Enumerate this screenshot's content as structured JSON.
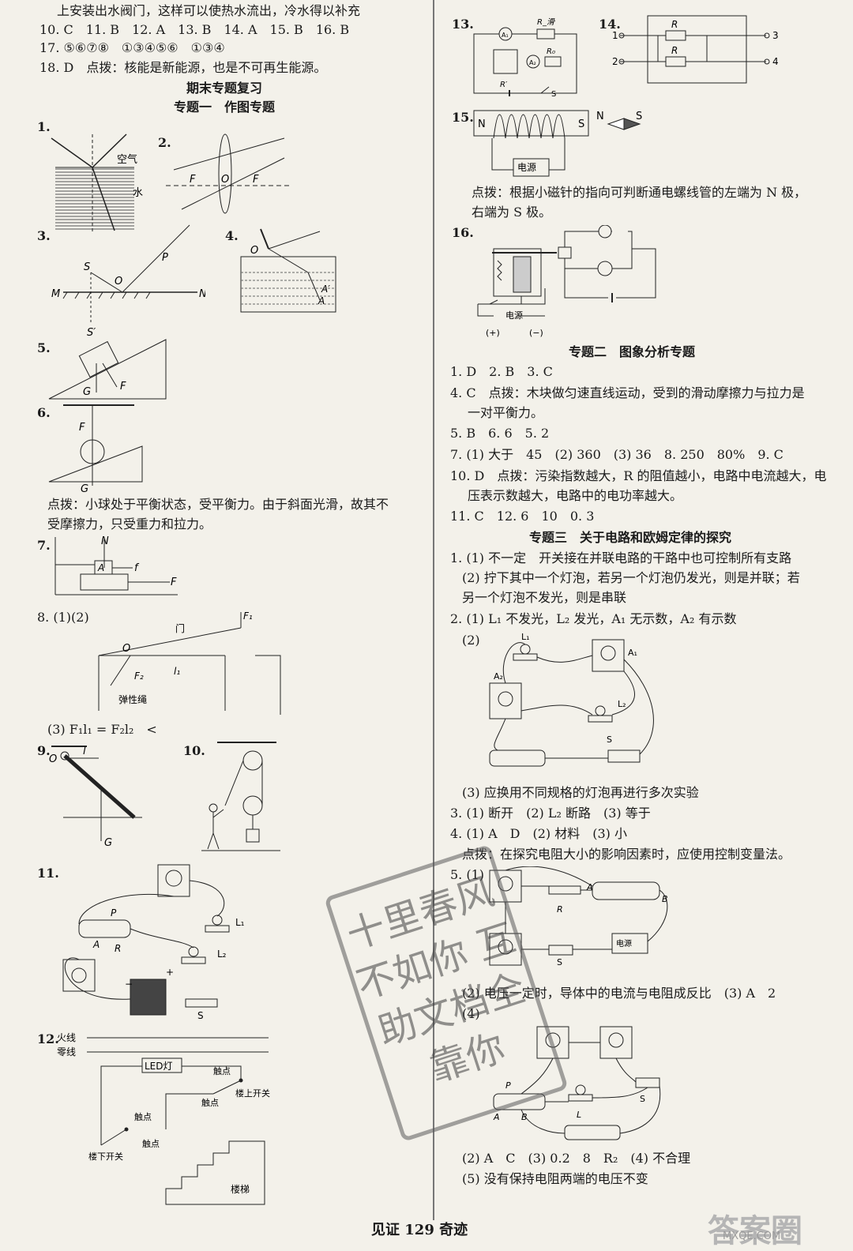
{
  "left": {
    "lines": [
      "上安装出水阀门，这样可以使热水流出，冷水得以补充",
      "10. C　11. B　12. A　13. B　14. A　15. B　16. B",
      "17. ⑤⑥⑦⑧　①③④⑤⑥　①③④",
      "18. D　点拨：核能是新能源，也是不可再生能源。"
    ],
    "section_title": "期末专题复习",
    "topic1_title": "专题一　作图专题",
    "q1": "1.",
    "q2": "2.",
    "q3": "3.",
    "q4": "4.",
    "q5": "5.",
    "q6": "6.",
    "q7": "7.",
    "q6_note_1": "点拨：小球处于平衡状态，受平衡力。由于斜面光滑，故其不",
    "q6_note_2": "受摩擦力，只受重力和拉力。",
    "q8": "8. (1)(2)",
    "q8_3": "(3) F₁l₁ = F₂l₂　<",
    "q9": "9.",
    "q10": "10.",
    "q11": "11.",
    "q12": "12.",
    "fig_labels": {
      "air": "空气",
      "water": "水",
      "F": "F",
      "O": "O",
      "S": "S",
      "P": "P",
      "M": "M",
      "N": "N",
      "S_prime": "S′",
      "A": "A",
      "A_prime": "A′",
      "G": "G",
      "f": "f",
      "F1": "F₁",
      "F2": "F₂",
      "l1": "l₁",
      "l": "l",
      "door": "门",
      "elastic": "弹性绳",
      "R": "R",
      "L1": "L₁",
      "L2": "L₂",
      "switch_S": "S",
      "live": "火线",
      "neutral": "零线",
      "led": "LED灯",
      "contact": "触点",
      "upstairs_switch": "楼上开关",
      "downstairs_switch": "楼下开关",
      "stairs": "楼梯",
      "plus": "+",
      "minus": "−"
    }
  },
  "right": {
    "q13": "13.",
    "q14": "14.",
    "q15": "15.",
    "q16": "16.",
    "q15_note_1": "点拨：根据小磁针的指向可判断通电螺线管的左端为 N 极，",
    "q15_note_2": "右端为 S 极。",
    "topic2_title": "专题二　图象分析专题",
    "t2_lines": [
      "1. D　2. B　3. C",
      "4. C　点拨：木块做匀速直线运动，受到的滑动摩擦力与拉力是",
      "一对平衡力。",
      "5. B　6. 6　5. 2",
      "7. (1) 大于　45　(2) 360　(3) 36　8. 250　80%　9. C",
      "10. D　点拨：污染指数越大，R 的阻值越小，电路中电流越大，电",
      "压表示数越大，电路中的电功率越大。",
      "11. C　12. 6　10　0. 3"
    ],
    "topic3_title": "专题三　关于电路和欧姆定律的探究",
    "t3_lines": [
      "1. (1) 不一定　开关接在并联电路的干路中也可控制所有支路",
      "(2) 拧下其中一个灯泡，若另一个灯泡仍发光，则是并联；若",
      "另一个灯泡不发光，则是串联",
      "2. (1) L₁ 不发光，L₂ 发光，A₁ 无示数，A₂ 有示数",
      "(2)"
    ],
    "t3_after_fig": [
      "(3) 应换用不同规格的灯泡再进行多次实验",
      "3. (1) 断开　(2) L₂ 断路　(3) 等于",
      "4. (1) A　D　(2) 材料　(3) 小",
      "点拨：在探究电阻大小的影响因素时，应使用控制变量法。",
      "5. (1)"
    ],
    "t3_q5_2": "(2) 电压一定时，导体中的电流与电阻成反比　(3) A　2",
    "t3_q5_4": "(4)",
    "t3_end": [
      "(2) A　C　(3) 0.2　8　R₂　(4) 不合理",
      "(5) 没有保持电阻两端的电压不变"
    ],
    "fig_labels": {
      "A1": "A₁",
      "A2": "A₂",
      "Rw": "R_滑",
      "Rp": "R′",
      "Ro": "R₀",
      "S": "S",
      "R": "R",
      "t1": "1",
      "t2": "2",
      "t3": "3",
      "t4": "4",
      "N": "N",
      "S_pole": "S",
      "source": "电源",
      "plus": "(+)",
      "minus": "(−)",
      "L1": "L₁",
      "L2": "L₂",
      "L": "L",
      "A": "A",
      "B": "B",
      "P": "P"
    }
  },
  "stamp": "十里春风不如你 互助文档全靠你",
  "footer": "见证 129 奇迹",
  "watermark": "答案圈",
  "watermark_sub": "MXQE.COM"
}
